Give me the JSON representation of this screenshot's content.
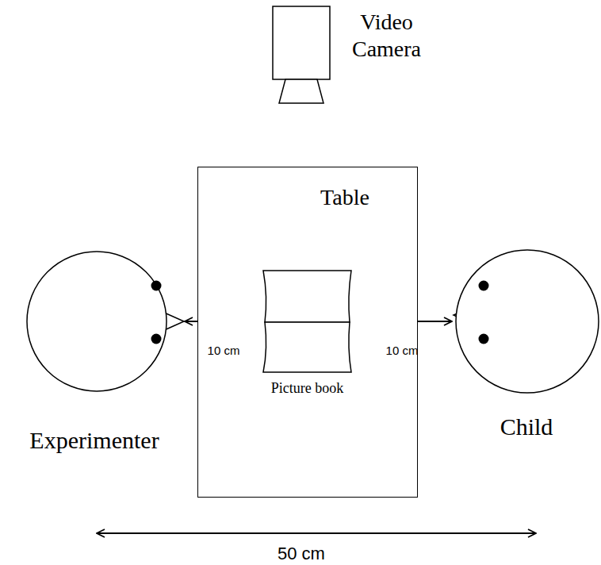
{
  "diagram": {
    "nodes": [
      {
        "text": [
          "Video Camera"
        ]
      },
      {
        "text": [
          "Table"
        ]
      },
      {
        "text": [
          "Picture book"
        ],
        "in": 1
      },
      {
        "text": [
          "Experimenter"
        ]
      },
      {
        "text": [
          "Child"
        ]
      }
    ],
    "edges": [
      {
        "from": 3,
        "to": 2,
        "arrow": "both",
        "label": "10 cm"
      },
      {
        "from": 2,
        "to": 4,
        "arrow": "both",
        "label": "10 cm"
      }
    ],
    "labels": [
      "50 cm"
    ]
  }
}
